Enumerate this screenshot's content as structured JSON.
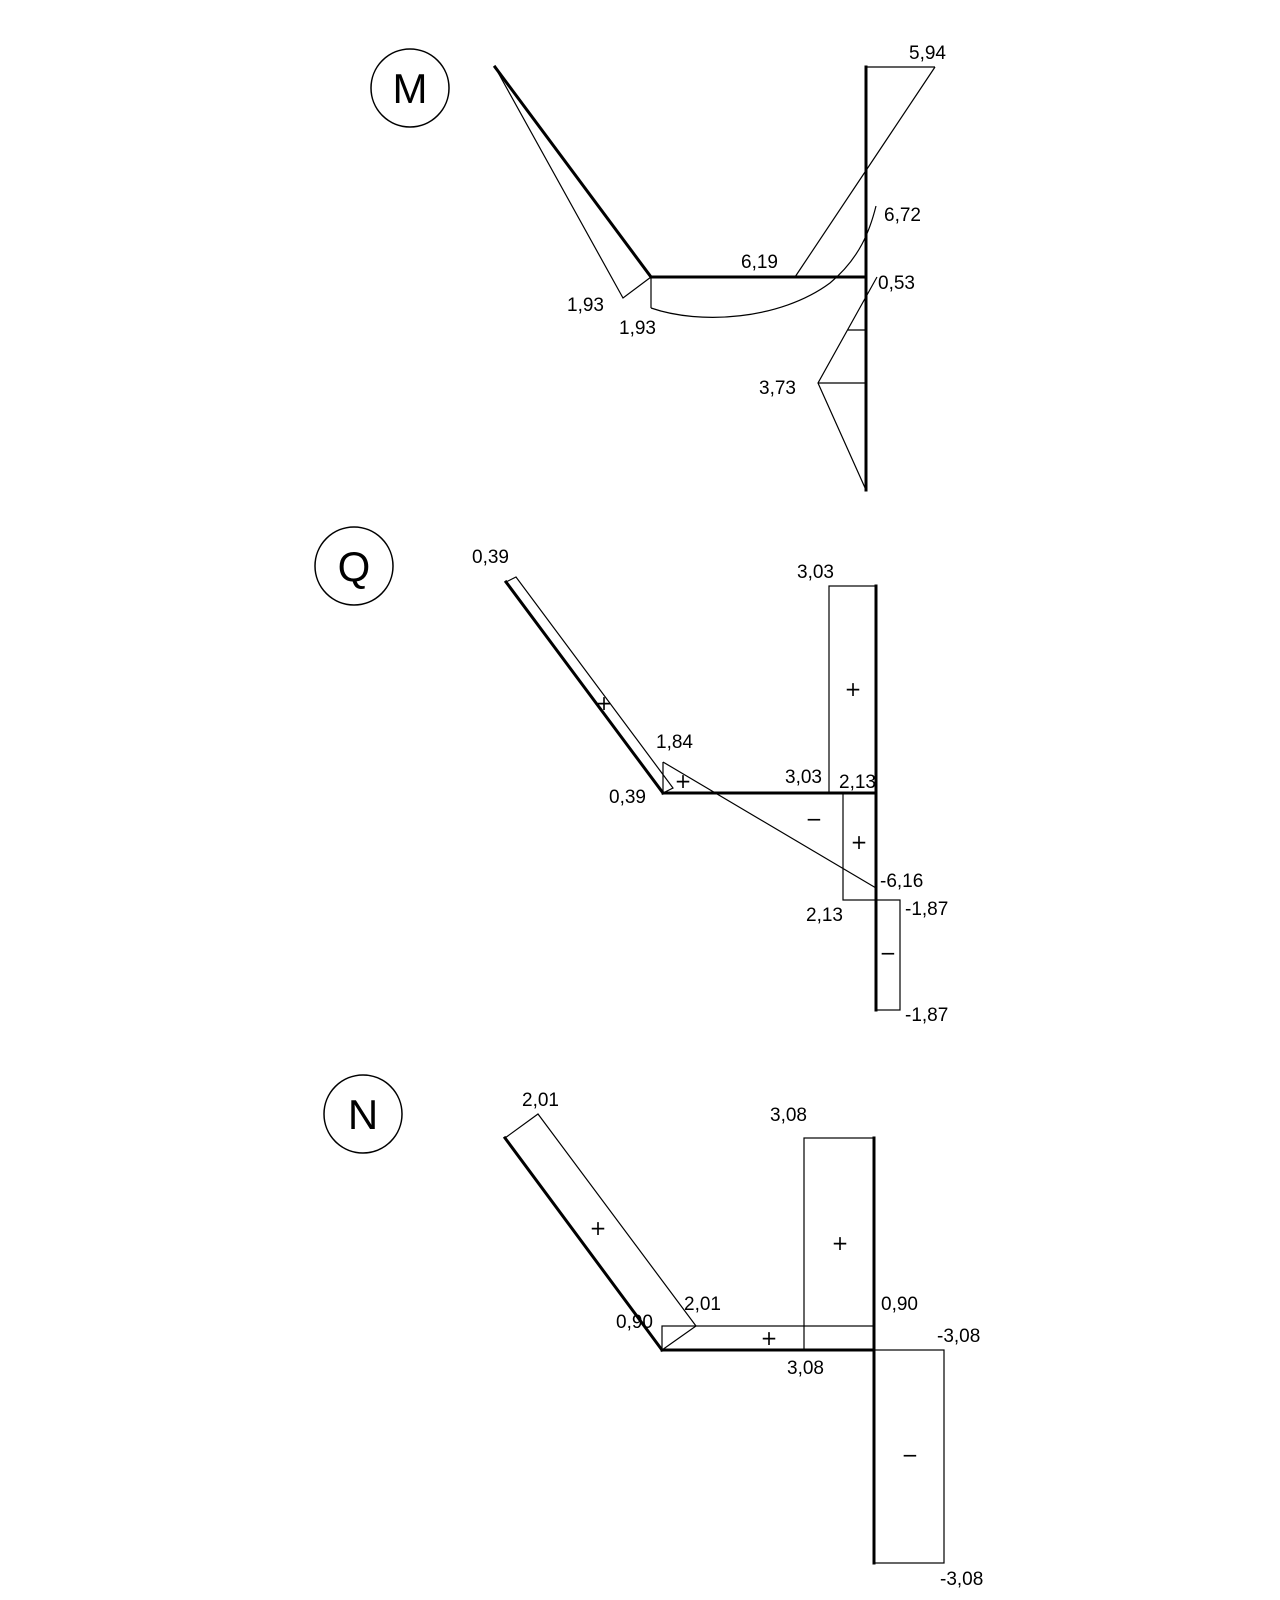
{
  "diagrams": {
    "moment": {
      "letter": "M",
      "labels": [
        "5,94",
        "6,72",
        "6,19",
        "0,53",
        "1,93",
        "1,93",
        "3,73"
      ]
    },
    "shear": {
      "letter": "Q",
      "labels": [
        "0,39",
        "3,03",
        "1,84",
        "3,03",
        "2,13",
        "0,39",
        "-6,16",
        "-1,87",
        "2,13",
        "-1,87"
      ],
      "signs": [
        "+",
        "+",
        "+",
        "−",
        "+",
        "−"
      ]
    },
    "normal": {
      "letter": "N",
      "labels": [
        "2,01",
        "3,08",
        "2,01",
        "0,90",
        "0,90",
        "-3,08",
        "3,08",
        "-3,08"
      ],
      "signs": [
        "+",
        "+",
        "+",
        "−"
      ]
    }
  }
}
